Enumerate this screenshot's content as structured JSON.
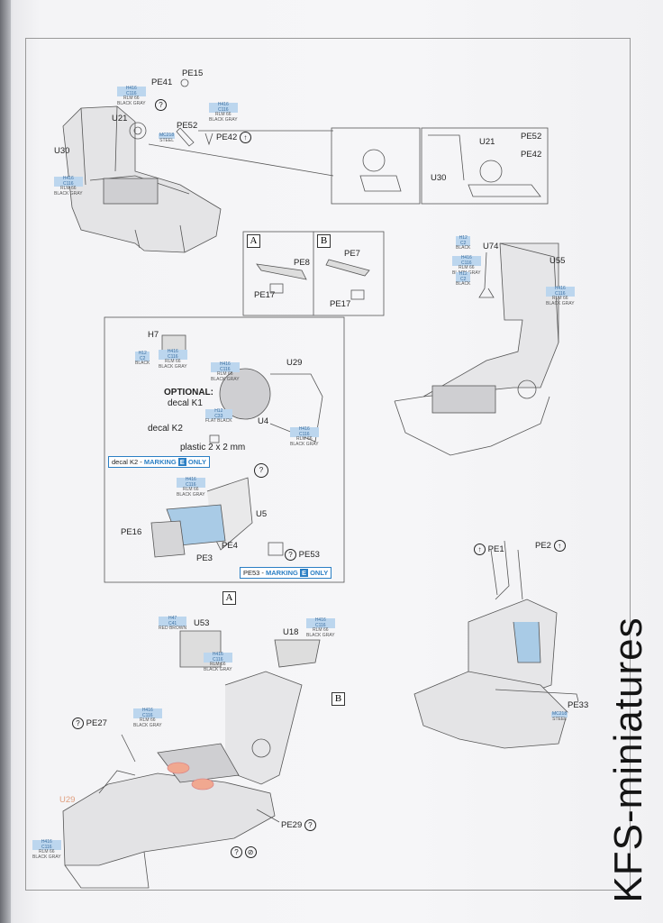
{
  "labels": {
    "pe41": "PE41",
    "pe15": "PE15",
    "u21": "U21",
    "pe52": "PE52",
    "pe42": "PE42",
    "u30": "U30",
    "inset_u21": "U21",
    "inset_pe52": "PE52",
    "inset_pe42": "PE42",
    "inset_u30": "U30",
    "box_a": "A",
    "box_b": "B",
    "pe8": "PE8",
    "pe17a": "PE17",
    "pe7": "PE7",
    "pe17b": "PE17",
    "u74": "U74",
    "u55": "U55",
    "h7": "H7",
    "u29": "U29",
    "optional": "OPTIONAL:",
    "decal_k1": "decal K1",
    "u4": "U4",
    "decal_k2": "decal K2",
    "plastic": "plastic 2 x 2 mm",
    "u5": "U5",
    "pe16": "PE16",
    "pe4": "PE4",
    "pe53": "PE53",
    "pe3": "PE3",
    "step_a": "A",
    "u53": "U53",
    "u18": "U18",
    "step_b": "B",
    "pe27": "PE27",
    "u29b": "U29",
    "pe29": "PE29",
    "pe1": "PE1",
    "pe2": "PE2",
    "pe33": "PE33"
  },
  "notes": {
    "k2_prefix": "decal K2 - ",
    "k2_marking": "MARKING",
    "k2_letter": "E",
    "k2_only": "ONLY",
    "pe53_prefix": "PE53 - ",
    "pe53_marking": "MARKING",
    "pe53_letter": "E",
    "pe53_only": "ONLY"
  },
  "paints": {
    "blackgray_code": "H416",
    "blackgray_c": "C116",
    "blackgray_rlm": "RLM 66",
    "blackgray_name": "BLACK GRAY",
    "steel_code": "MC218",
    "steel_name": "STEEL",
    "black_code": "H12",
    "black_c": "C2",
    "black_name": "BLACK",
    "flatblack_code": "H12",
    "flatblack_c": "C33",
    "flatblack_name": "FLAT BLACK",
    "redbrown_code": "H47",
    "redbrown_c": "C41",
    "redbrown_name": "RED BROWN"
  },
  "symbols": {
    "question": "?",
    "arrow": "↑",
    "no": "⊘"
  },
  "watermark": "KFS-miniatures",
  "colors": {
    "paint_chip": "#bcd6ee",
    "marking_blue": "#2b7fc4",
    "highlight_blue": "#a9cbe6",
    "highlight_red": "#f0a890"
  }
}
